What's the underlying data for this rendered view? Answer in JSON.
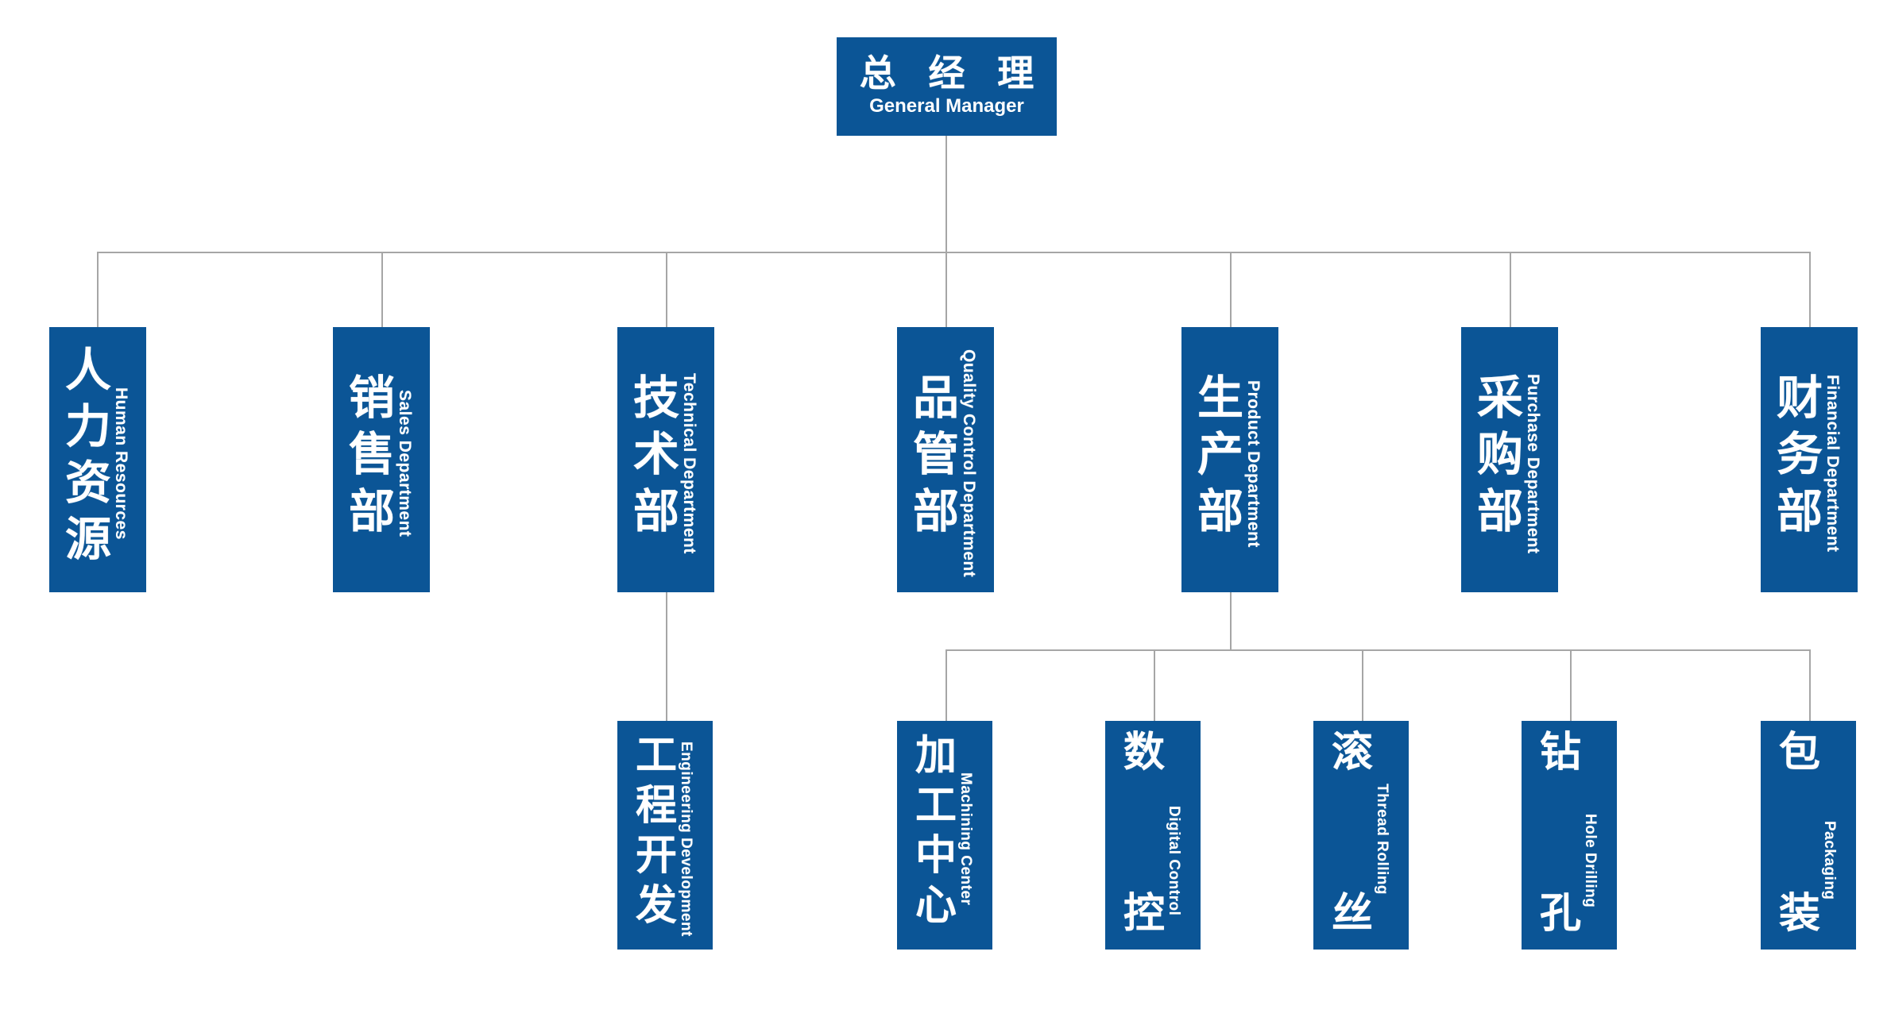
{
  "diagram": {
    "type": "organization-chart",
    "title_cn": "总 经 理",
    "colors": {
      "node_fill": "#0b5596",
      "node_text": "#ffffff",
      "connector": "#a6a6a6",
      "background": "#ffffff"
    },
    "root": {
      "cn": "总 经 理",
      "en": "General Manager"
    },
    "level1": [
      {
        "cn": "人力资源",
        "en": "Human Resources"
      },
      {
        "cn": "销售部",
        "en": "Sales Department"
      },
      {
        "cn": "技术部",
        "en": "Technical Department"
      },
      {
        "cn": "品管部",
        "en": "Quality Control Department"
      },
      {
        "cn": "生产部",
        "en": "Product Department"
      },
      {
        "cn": "采购部",
        "en": "Purchase Department"
      },
      {
        "cn": "财务部",
        "en": "Financial Department"
      }
    ],
    "technical_children": [
      {
        "cn": "工程开发",
        "en": "Engineering Development"
      }
    ],
    "production_children": [
      {
        "cn": "加工中心",
        "en": "Machining Center"
      },
      {
        "cn": "数控",
        "en": "Digital Control"
      },
      {
        "cn": "滚丝",
        "en": "Thread Rolling"
      },
      {
        "cn": "钻孔",
        "en": "Hole Drilling"
      },
      {
        "cn": "包装",
        "en": "Packaging"
      }
    ]
  }
}
